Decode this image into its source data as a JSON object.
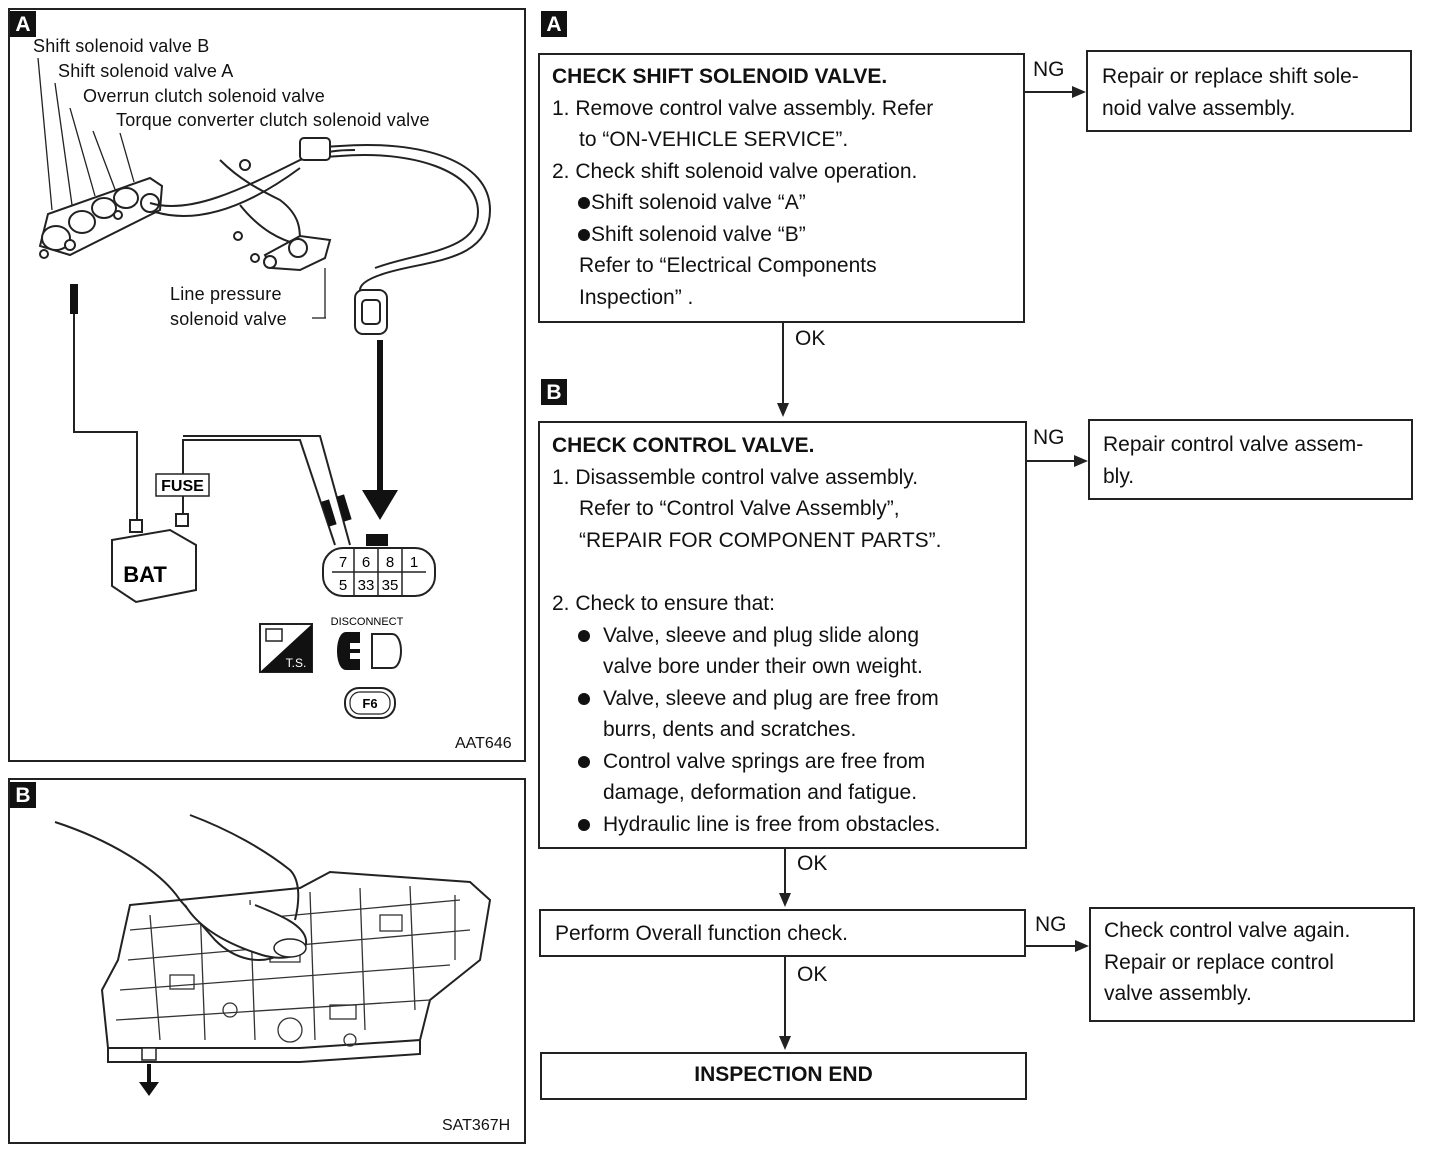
{
  "panel_a": {
    "tag": "A",
    "callouts": [
      "Shift solenoid valve B",
      "Shift solenoid valve A",
      "Overrun clutch solenoid valve",
      "Torque converter clutch solenoid valve"
    ],
    "line_pressure": [
      "Line pressure",
      "solenoid valve"
    ],
    "fuse": "FUSE",
    "bat": "BAT",
    "connector_top": [
      "7",
      "6",
      "8",
      "1"
    ],
    "connector_bottom": [
      "5",
      "33",
      "35"
    ],
    "ts": "T.S.",
    "disconnect": "DISCONNECT",
    "f6": "F6",
    "code": "AAT646"
  },
  "panel_b": {
    "tag": "B",
    "code": "SAT367H"
  },
  "flow": {
    "tag_a": "A",
    "tag_b": "B",
    "step_a": {
      "title": "CHECK SHIFT SOLENOID VALVE.",
      "l1": "1. Remove control valve assembly. Refer",
      "l2": "to “ON-VEHICLE SERVICE”.",
      "l3": "2. Check shift solenoid valve operation.",
      "b1": "Shift solenoid valve “A”",
      "b2": "Shift solenoid valve “B”",
      "l4": "Refer to “Electrical Components",
      "l5": "Inspection” ."
    },
    "ng_a": "NG",
    "ng_a_box": [
      "Repair or replace shift sole-",
      "noid valve assembly."
    ],
    "ok_a": "OK",
    "step_b": {
      "title": "CHECK CONTROL VALVE.",
      "l1": "1. Disassemble control valve assembly.",
      "l2": "Refer to “Control Valve Assembly”,",
      "l3": "“REPAIR FOR COMPONENT PARTS”.",
      "l4": "2. Check to ensure that:",
      "b1a": "Valve, sleeve and plug slide along",
      "b1b": "valve bore under their own weight.",
      "b2a": "Valve, sleeve and plug are free from",
      "b2b": "burrs, dents and scratches.",
      "b3a": "Control valve springs are free from",
      "b3b": "damage, deformation and fatigue.",
      "b4": "Hydraulic line is free from obstacles."
    },
    "ng_b": "NG",
    "ng_b_box": [
      "Repair control valve assem-",
      "bly."
    ],
    "ok_b": "OK",
    "step_c": "Perform Overall function check.",
    "ng_c": "NG",
    "ng_c_box": [
      "Check control valve again.",
      "Repair or replace control",
      "valve assembly."
    ],
    "ok_c": "OK",
    "end": "INSPECTION END"
  }
}
